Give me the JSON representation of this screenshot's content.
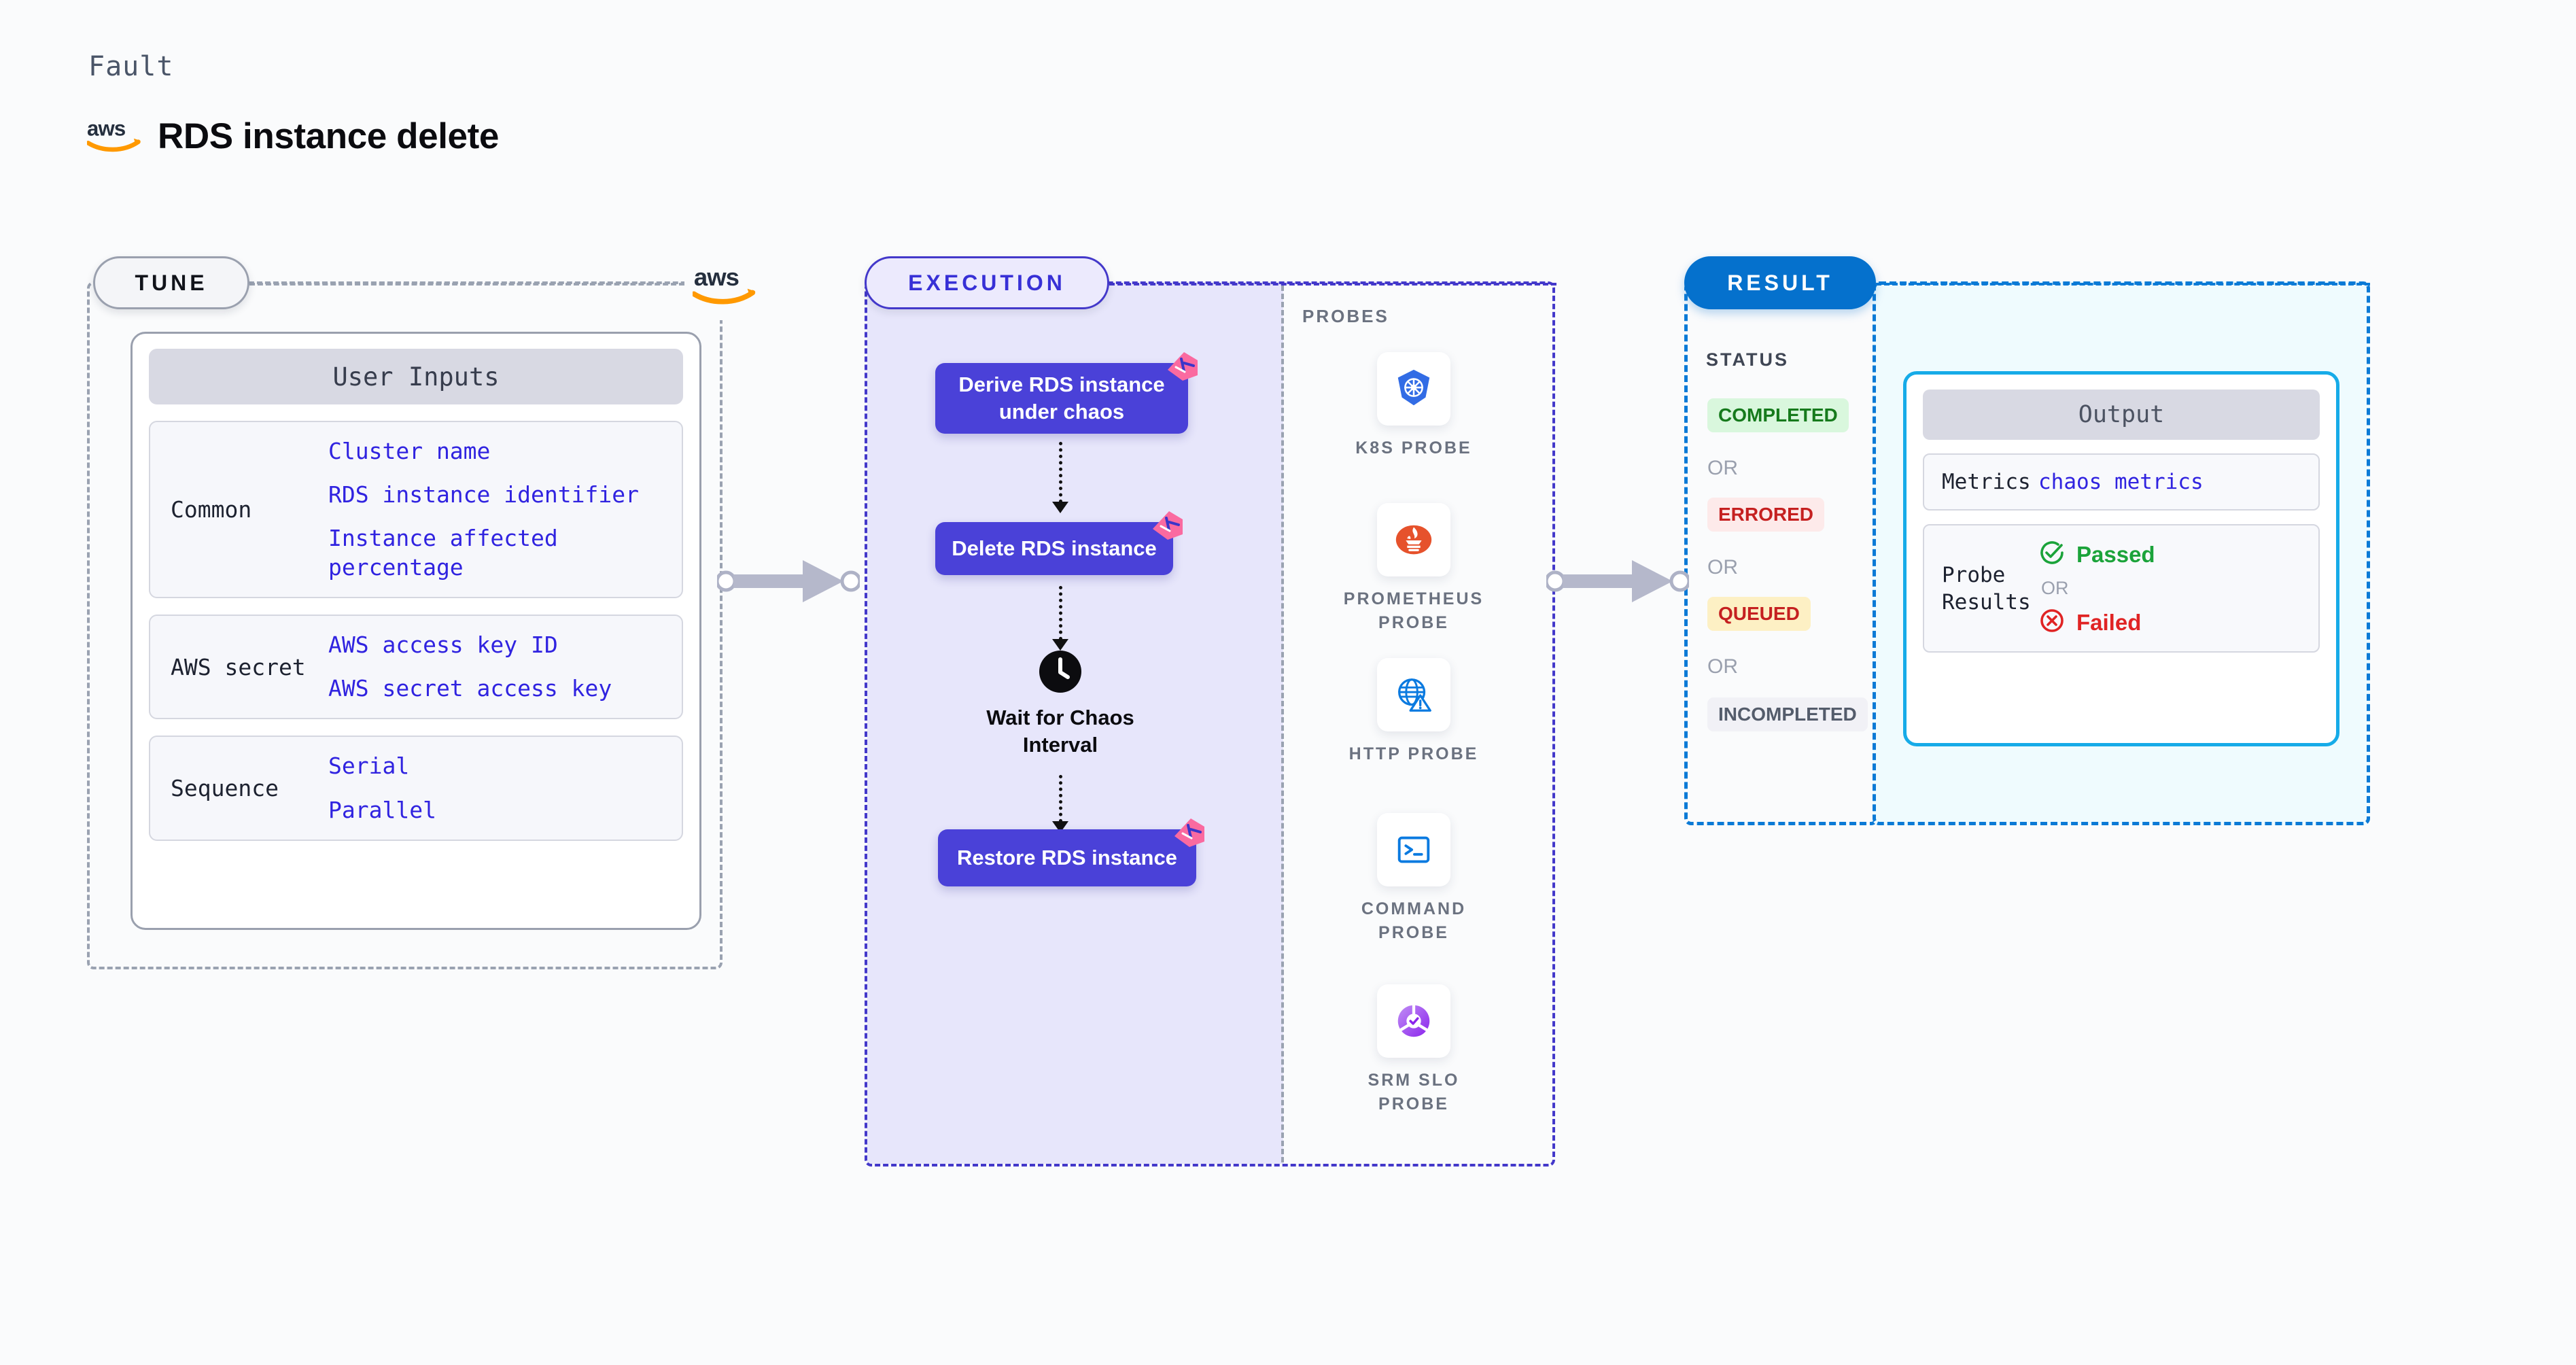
{
  "header": {
    "eyebrow": "Fault",
    "title": "RDS instance delete",
    "logo_icon": "aws-logo"
  },
  "sections": {
    "tune": {
      "pill_label": "TUNE",
      "connector_logo": "aws-logo"
    },
    "execution": {
      "pill_label": "EXECUTION"
    },
    "result": {
      "pill_label": "RESULT"
    }
  },
  "user_inputs": {
    "card_title": "User Inputs",
    "groups": [
      {
        "label": "Common",
        "values": [
          "Cluster name",
          "RDS instance identifier",
          "Instance affected percentage"
        ]
      },
      {
        "label": "AWS secret",
        "values": [
          "AWS access key ID",
          "AWS secret access key"
        ]
      },
      {
        "label": "Sequence",
        "values": [
          "Serial",
          "Parallel"
        ]
      }
    ]
  },
  "execution_flow": {
    "steps": [
      {
        "label": "Derive RDS instance under chaos",
        "badge_icon": "litmus-chaos-icon"
      },
      {
        "label": "Delete RDS instance",
        "badge_icon": "litmus-chaos-icon"
      },
      {
        "label": "Restore RDS instance",
        "badge_icon": "litmus-chaos-icon"
      }
    ],
    "wait": {
      "label": "Wait for Chaos Interval",
      "icon": "clock-icon"
    }
  },
  "probes": {
    "title": "PROBES",
    "items": [
      {
        "name": "K8S PROBE",
        "icon": "kubernetes-icon"
      },
      {
        "name": "PROMETHEUS PROBE",
        "icon": "prometheus-icon"
      },
      {
        "name": "HTTP PROBE",
        "icon": "globe-warning-icon"
      },
      {
        "name": "COMMAND PROBE",
        "icon": "terminal-icon"
      },
      {
        "name": "SRM SLO PROBE",
        "icon": "srm-slo-icon"
      }
    ]
  },
  "result": {
    "status_title": "STATUS",
    "or_label": "OR",
    "statuses": [
      {
        "label": "COMPLETED",
        "bg": "#d9f7dd",
        "fg": "#167a1c"
      },
      {
        "label": "ERRORED",
        "bg": "#fdeaea",
        "fg": "#c52020"
      },
      {
        "label": "QUEUED",
        "bg": "#fdf0c4",
        "fg": "#c52020"
      },
      {
        "label": "INCOMPLETED",
        "bg": "#f1f1f6",
        "fg": "#545c6b"
      }
    ]
  },
  "output": {
    "card_title": "Output",
    "metrics_label": "Metrics",
    "metrics_value": "chaos metrics",
    "probe_results_label": "Probe Results",
    "passed_label": "Passed",
    "failed_label": "Failed",
    "or_label": "OR",
    "passed_icon": "check-circle-icon",
    "failed_icon": "x-circle-icon"
  },
  "colors": {
    "accent_indigo": "#4a41d8",
    "accent_blue": "#0571cd",
    "accent_cyan": "#16abe8",
    "litmus_pink": "#fa6aa0",
    "mono_value": "#3023e0"
  }
}
